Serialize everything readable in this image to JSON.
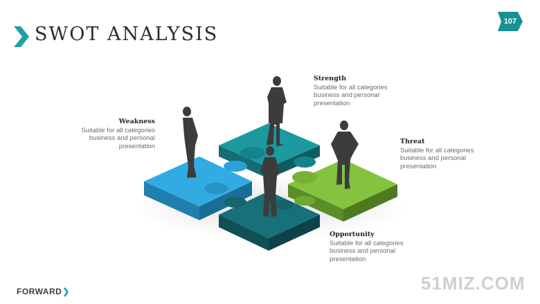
{
  "header": {
    "title": "SWOT ANALYSIS",
    "page_number": "107"
  },
  "diagram": {
    "items": [
      {
        "key": "strength",
        "heading": "Strength",
        "lines": [
          "Suitable for all categories",
          "business and personal",
          "presentation"
        ]
      },
      {
        "key": "weakness",
        "heading": "Weakness",
        "lines": [
          "Suitable for all categories",
          "business and personal",
          "presentation"
        ]
      },
      {
        "key": "threat",
        "heading": "Threat",
        "lines": [
          "Suitable for all categories",
          "business and personal",
          "presentation"
        ]
      },
      {
        "key": "opportunity",
        "heading": "Opportunity",
        "lines": [
          "Suitable for all categories",
          "business and personal",
          "presentation"
        ]
      }
    ]
  },
  "footer": {
    "brand": "FORWARD",
    "watermark": "51MIZ.COM"
  },
  "colors": {
    "accent": "#1fa0a6",
    "strength_piece": "#1b8f95",
    "weakness_piece": "#2aa7dd",
    "threat_piece": "#7dbb3a",
    "opportunity_piece": "#17666f",
    "silhouette": "#3c3c3c"
  },
  "icons": {
    "title_marker": "chevron-right-icon",
    "page_badge": "arrow-tag-icon"
  }
}
